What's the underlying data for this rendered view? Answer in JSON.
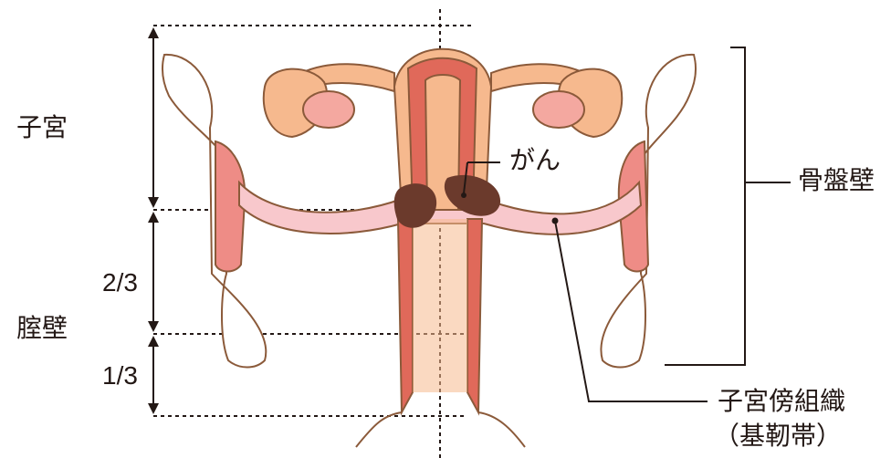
{
  "labels": {
    "uterus": "子宮",
    "vaginal_wall": "腟壁",
    "two_thirds": "2/3",
    "one_third": "1/3",
    "cancer": "がん",
    "pelvic_wall": "骨盤壁",
    "parametrium": "子宮傍組織",
    "cardinal_ligament": "（基靭帯）"
  },
  "colors": {
    "uterus_fill": "#f6b98e",
    "uterus_stroke": "#8b5a3a",
    "cavity": "#e0695a",
    "ligament": "#f8c8cc",
    "muscle": "#ee8c86",
    "tumor": "#6b3a2c",
    "ink": "#231815"
  }
}
